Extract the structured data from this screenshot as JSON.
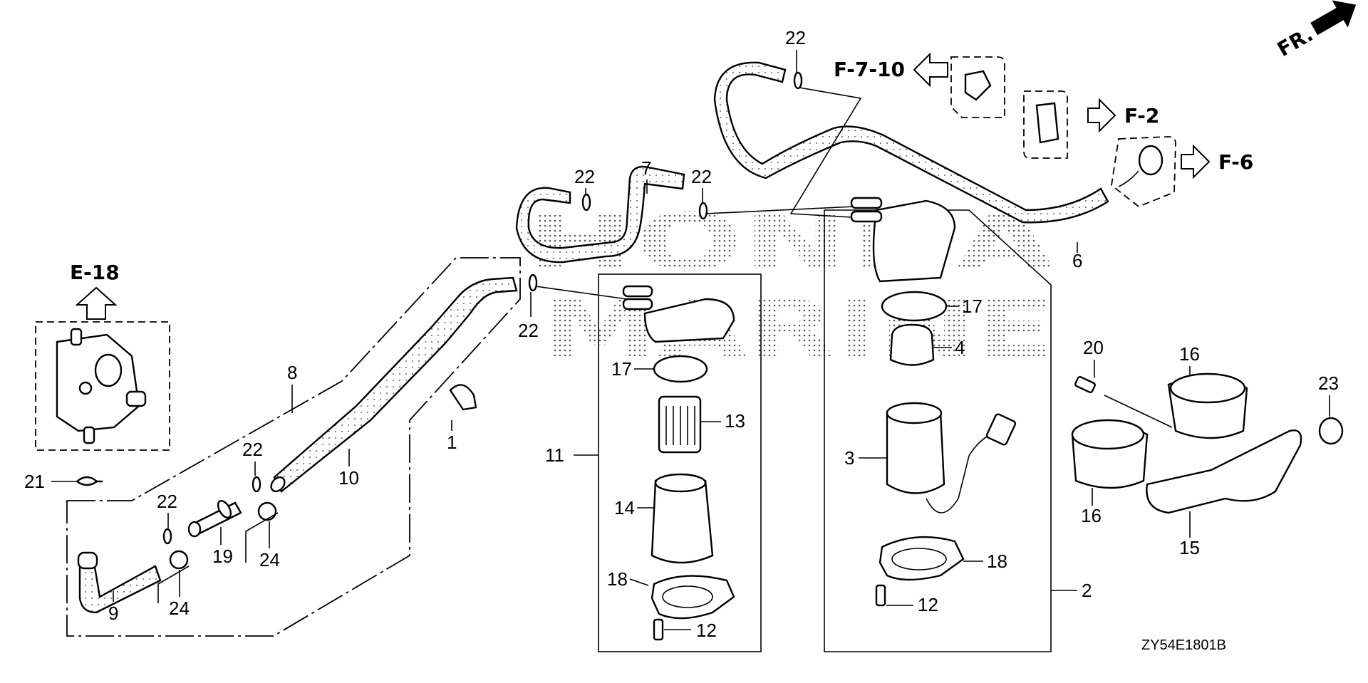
{
  "diagram": {
    "title": "Fuel Strainer / Fuel Hose Parts Diagram",
    "watermark": [
      "HONDA",
      "MARINE"
    ],
    "drawing_code": "ZY54E1801B",
    "direction_marker": "FR.",
    "references": {
      "e18": "E-18",
      "f710": "F-7-10",
      "f2": "F-2",
      "f6": "F-6"
    },
    "callouts": {
      "p1": "1",
      "p2": "2",
      "p3": "3",
      "p4": "4",
      "p6": "6",
      "p7": "7",
      "p8": "8",
      "p9": "9",
      "p10": "10",
      "p11": "11",
      "p12a": "12",
      "p12b": "12",
      "p13": "13",
      "p14": "14",
      "p15": "15",
      "p16a": "16",
      "p16b": "16",
      "p17a": "17",
      "p17b": "17",
      "p18a": "18",
      "p18b": "18",
      "p19": "19",
      "p20": "20",
      "p21": "21",
      "p22a": "22",
      "p22b": "22",
      "p22c": "22",
      "p22d": "22",
      "p22e": "22",
      "p22f": "22",
      "p23": "23",
      "p24a": "24",
      "p24b": "24"
    }
  }
}
